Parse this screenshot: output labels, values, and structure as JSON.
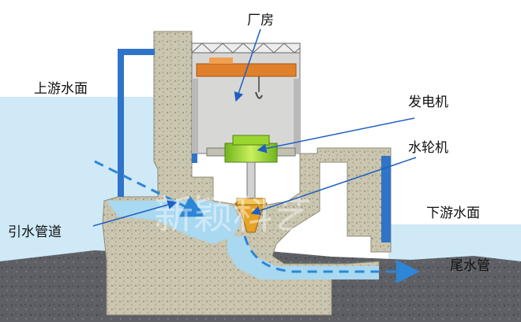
{
  "labels": {
    "powerhouse": "厂房",
    "upstream_water_surface": "上游水面",
    "generator": "发电机",
    "turbine": "水轮机",
    "penstock": "引水管道",
    "downstream_water_surface": "下游水面",
    "draft_tube": "尾水管"
  },
  "colors": {
    "water_light": "#cfe9f7",
    "water_mid": "#a9d8f1",
    "flow_arrow": "#2d86d6",
    "concrete": "#c7c3ad",
    "rock": "#5e5f64",
    "blue_frame": "#2f74c9",
    "crane": "#e0802a",
    "generator": "#9bd630",
    "turbine": "#e6a224",
    "leader_line": "#1f5fc0"
  },
  "watermark": "新颖科艺"
}
